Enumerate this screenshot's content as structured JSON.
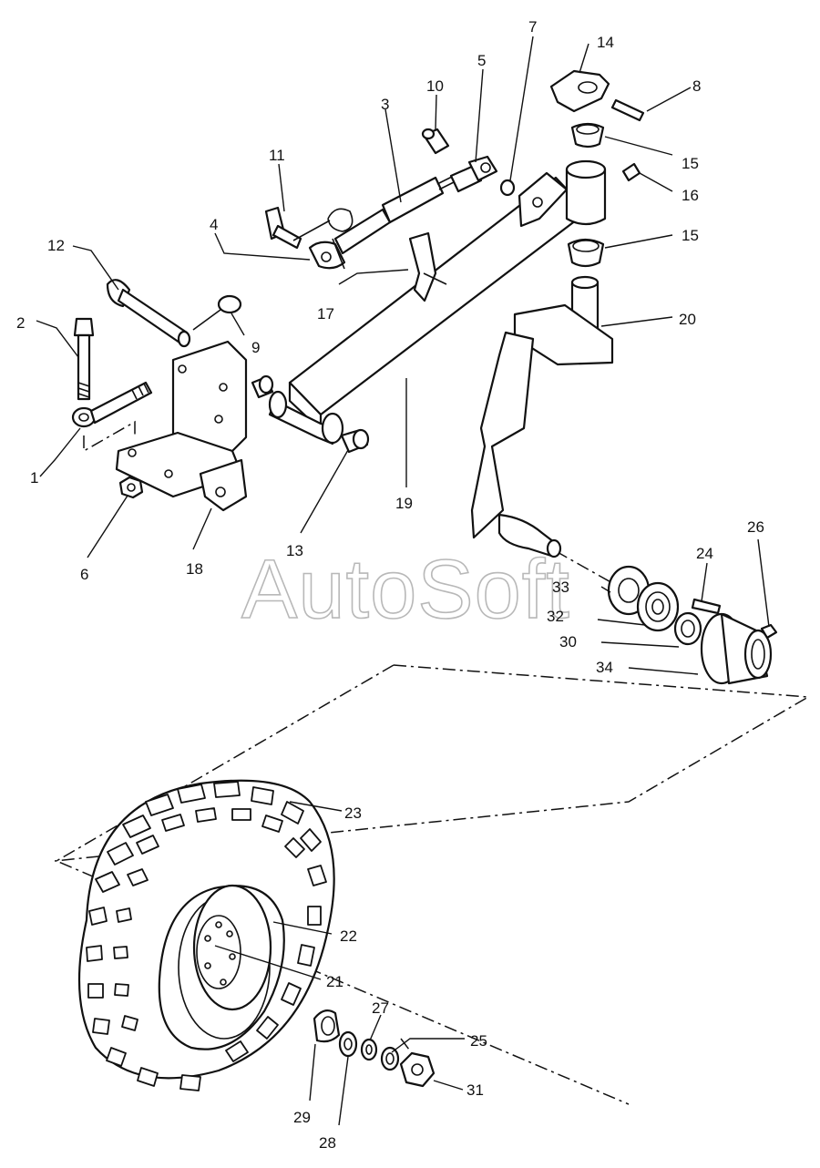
{
  "watermark": "AutoSoft",
  "callouts": [
    {
      "id": "c1",
      "text": "1"
    },
    {
      "id": "c2",
      "text": "2"
    },
    {
      "id": "c3",
      "text": "3"
    },
    {
      "id": "c4",
      "text": "4"
    },
    {
      "id": "c5",
      "text": "5"
    },
    {
      "id": "c6",
      "text": "6"
    },
    {
      "id": "c7",
      "text": "7"
    },
    {
      "id": "c8",
      "text": "8"
    },
    {
      "id": "c9",
      "text": "9"
    },
    {
      "id": "c10",
      "text": "10"
    },
    {
      "id": "c11",
      "text": "11"
    },
    {
      "id": "c12",
      "text": "12"
    },
    {
      "id": "c13",
      "text": "13"
    },
    {
      "id": "c14",
      "text": "14"
    },
    {
      "id": "c15a",
      "text": "15"
    },
    {
      "id": "c15b",
      "text": "15"
    },
    {
      "id": "c16",
      "text": "16"
    },
    {
      "id": "c17",
      "text": "17"
    },
    {
      "id": "c18",
      "text": "18"
    },
    {
      "id": "c19",
      "text": "19"
    },
    {
      "id": "c20",
      "text": "20"
    },
    {
      "id": "c21",
      "text": "21"
    },
    {
      "id": "c22",
      "text": "22"
    },
    {
      "id": "c23",
      "text": "23"
    },
    {
      "id": "c24",
      "text": "24"
    },
    {
      "id": "c25",
      "text": "25"
    },
    {
      "id": "c26",
      "text": "26"
    },
    {
      "id": "c27",
      "text": "27"
    },
    {
      "id": "c28",
      "text": "28"
    },
    {
      "id": "c29",
      "text": "29"
    },
    {
      "id": "c30",
      "text": "30"
    },
    {
      "id": "c31",
      "text": "31"
    },
    {
      "id": "c32",
      "text": "32"
    },
    {
      "id": "c33",
      "text": "33"
    },
    {
      "id": "c34",
      "text": "34"
    }
  ]
}
